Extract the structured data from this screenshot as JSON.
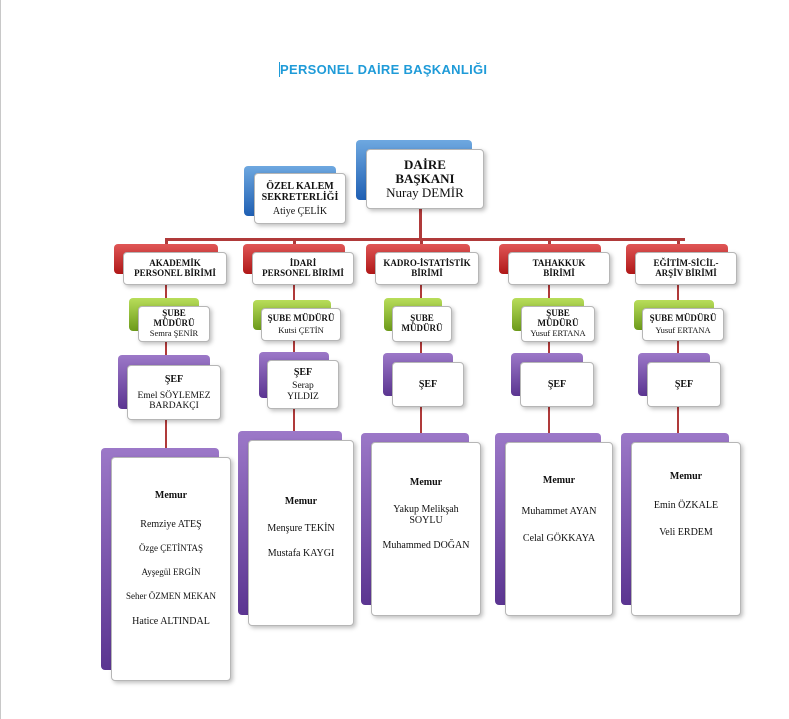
{
  "title": "PERSONEL DAİRE BAŞKANLIĞI",
  "head": {
    "line1": "DAİRE",
    "line2": "BAŞKANI",
    "name": "Nuray DEMİR"
  },
  "ozel": {
    "line1": "ÖZEL KALEM",
    "line2": "SEKRETERLİĞİ",
    "name": "Atiye ÇELİK"
  },
  "units": [
    {
      "line1": "AKADEMİK",
      "line2": "PERSONEL BİRİMİ",
      "sube": {
        "line1": "ŞUBE",
        "line2": "MÜDÜRÜ",
        "name": "Semra ŞENİR"
      },
      "sef": {
        "title": "ŞEF",
        "line1": "Emel SÖYLEMEZ",
        "line2": "BARDAKÇI"
      },
      "memur": {
        "title": "Memur",
        "names": [
          "Remziye ATEŞ",
          "Özge ÇETİNTAŞ",
          "Ayşegül ERGİN",
          "Seher ÖZMEN MEKAN",
          "Hatice ALTINDAL"
        ]
      }
    },
    {
      "line1": "İDARİ",
      "line2": "PERSONEL BİRİMİ",
      "sube": {
        "line1": "ŞUBE MÜDÜRÜ",
        "line2": "",
        "name": "Kutsi ÇETİN"
      },
      "sef": {
        "title": "ŞEF",
        "line1": "Serap",
        "line2": "YILDIZ"
      },
      "memur": {
        "title": "Memur",
        "names": [
          "Menşure TEKİN",
          "Mustafa KAYGI"
        ]
      }
    },
    {
      "line1": "KADRO-İSTATİSTİK",
      "line2": "BİRİMİ",
      "sube": {
        "line1": "ŞUBE",
        "line2": "MÜDÜRÜ",
        "name": ""
      },
      "sef": {
        "title": "ŞEF",
        "line1": "",
        "line2": ""
      },
      "memur": {
        "title": "Memur",
        "names": [
          "Yakup Melikşah SOYLU",
          "Muhammed DOĞAN"
        ]
      }
    },
    {
      "line1": "TAHAKKUK",
      "line2": "BİRİMİ",
      "sube": {
        "line1": "ŞUBE",
        "line2": "MÜDÜRÜ",
        "name": "Yusuf ERTANA"
      },
      "sef": {
        "title": "ŞEF",
        "line1": "",
        "line2": ""
      },
      "memur": {
        "title": "Memur",
        "names": [
          "Muhammet AYAN",
          "Celal GÖKKAYA"
        ]
      }
    },
    {
      "line1": "EĞİTİM-SİCİL-",
      "line2": "ARŞİV BİRİMİ",
      "sube": {
        "line1": "ŞUBE MÜDÜRÜ",
        "line2": "",
        "name": "Yusuf ERTANA"
      },
      "sef": {
        "title": "ŞEF",
        "line1": "",
        "line2": ""
      },
      "memur": {
        "title": "Memur",
        "names": [
          "Emin ÖZKALE",
          "Veli ERDEM"
        ]
      }
    }
  ],
  "colors": {
    "title": "#1f9bd8",
    "head": "#1f5fb3",
    "unit": "#b01818",
    "sube": "#6c9a1a",
    "staff": "#5b3591",
    "connector": "#b03a3a"
  }
}
